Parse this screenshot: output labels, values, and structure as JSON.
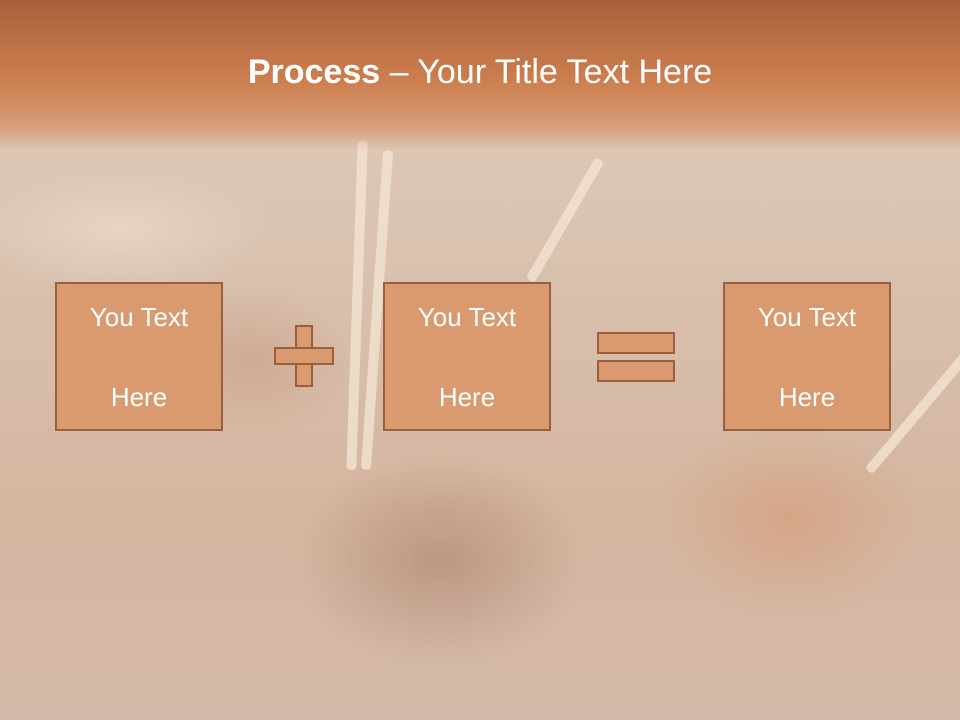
{
  "slide": {
    "title_bold": "Process",
    "title_rest": " – Your Title Text Here",
    "boxes": [
      {
        "line1": "You Text",
        "line2": "Here"
      },
      {
        "line1": "You Text",
        "line2": "Here"
      },
      {
        "line1": "You Text",
        "line2": "Here"
      }
    ],
    "operators": [
      "plus-icon",
      "equals-icon"
    ]
  },
  "colors": {
    "title_band": "#cd7f4f",
    "box_fill": "#d99a70",
    "box_border": "#9c5f3d",
    "text": "#ffffff"
  }
}
